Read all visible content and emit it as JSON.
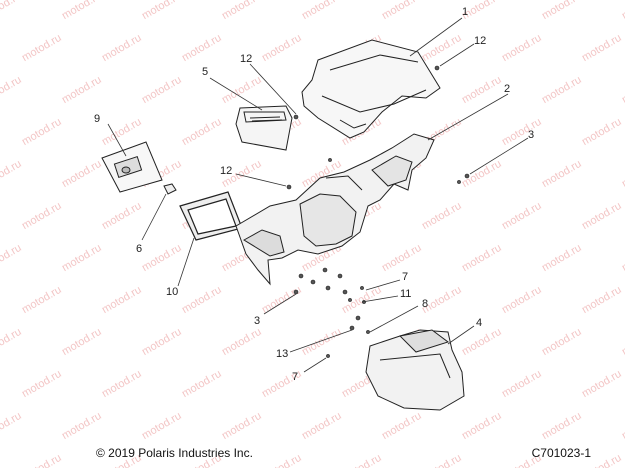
{
  "watermark_text": "motod.ru",
  "footer": {
    "copyright": "© 2019 Polaris Industries Inc.",
    "figure_id": "C701023-1"
  },
  "callouts": [
    "1",
    "12",
    "5",
    "12",
    "2",
    "9",
    "3",
    "12",
    "6",
    "10",
    "7",
    "11",
    "8",
    "3",
    "4",
    "13",
    "7"
  ]
}
